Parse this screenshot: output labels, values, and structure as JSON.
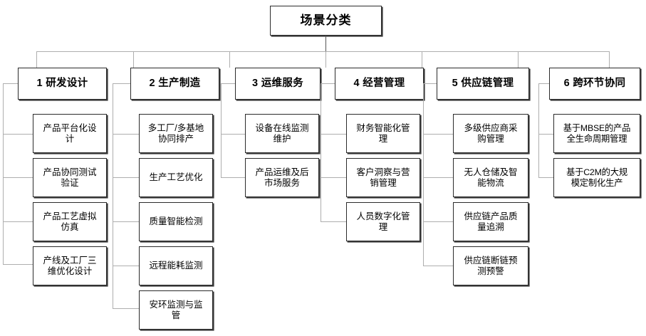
{
  "diagram": {
    "title": "场景分类",
    "root": {
      "label": "场景分类"
    },
    "categories": [
      {
        "id": "rd-design",
        "label": "1 研发设计",
        "items": [
          {
            "label": "产品平台化设\n计"
          },
          {
            "label": "产品协同测试\n验证"
          },
          {
            "label": "产品工艺虚拟\n仿真"
          },
          {
            "label": "产线及工厂三\n维优化设计"
          }
        ]
      },
      {
        "id": "production-manufacturing",
        "label": "2 生产制造",
        "items": [
          {
            "label": "多工厂/多基地\n协同排产"
          },
          {
            "label": "生产工艺优化"
          },
          {
            "label": "质量智能检测"
          },
          {
            "label": "远程能耗监测"
          },
          {
            "label": "安环监测与监\n管"
          }
        ]
      },
      {
        "id": "operation-maintenance-service",
        "label": "3 运维服务",
        "items": [
          {
            "label": "设备在线监测\n维护"
          },
          {
            "label": "产品运维及后\n市场服务"
          }
        ]
      },
      {
        "id": "business-management",
        "label": "4 经营管理",
        "items": [
          {
            "label": "财务智能化管\n理"
          },
          {
            "label": "客户洞察与营\n销管理"
          },
          {
            "label": "人员数字化管\n理"
          }
        ]
      },
      {
        "id": "supply-chain-management",
        "label": "5 供应链管理",
        "items": [
          {
            "label": "多级供应商采\n购管理"
          },
          {
            "label": "无人仓储及智\n能物流"
          },
          {
            "label": "供应链产品质\n量追溯"
          },
          {
            "label": "供应链断链预\n测预警"
          }
        ]
      },
      {
        "id": "cross-link-collaboration",
        "label": "6 跨环节协同",
        "items": [
          {
            "label": "基于MBSE的产品\n全生命周期管理"
          },
          {
            "label": "基于C2M的大规\n模定制化生产"
          }
        ]
      }
    ],
    "colors": {
      "box_border": "#2b2b2b",
      "box_fill": "#ffffff",
      "connector": "#aeaeae",
      "text": "#000000"
    }
  }
}
